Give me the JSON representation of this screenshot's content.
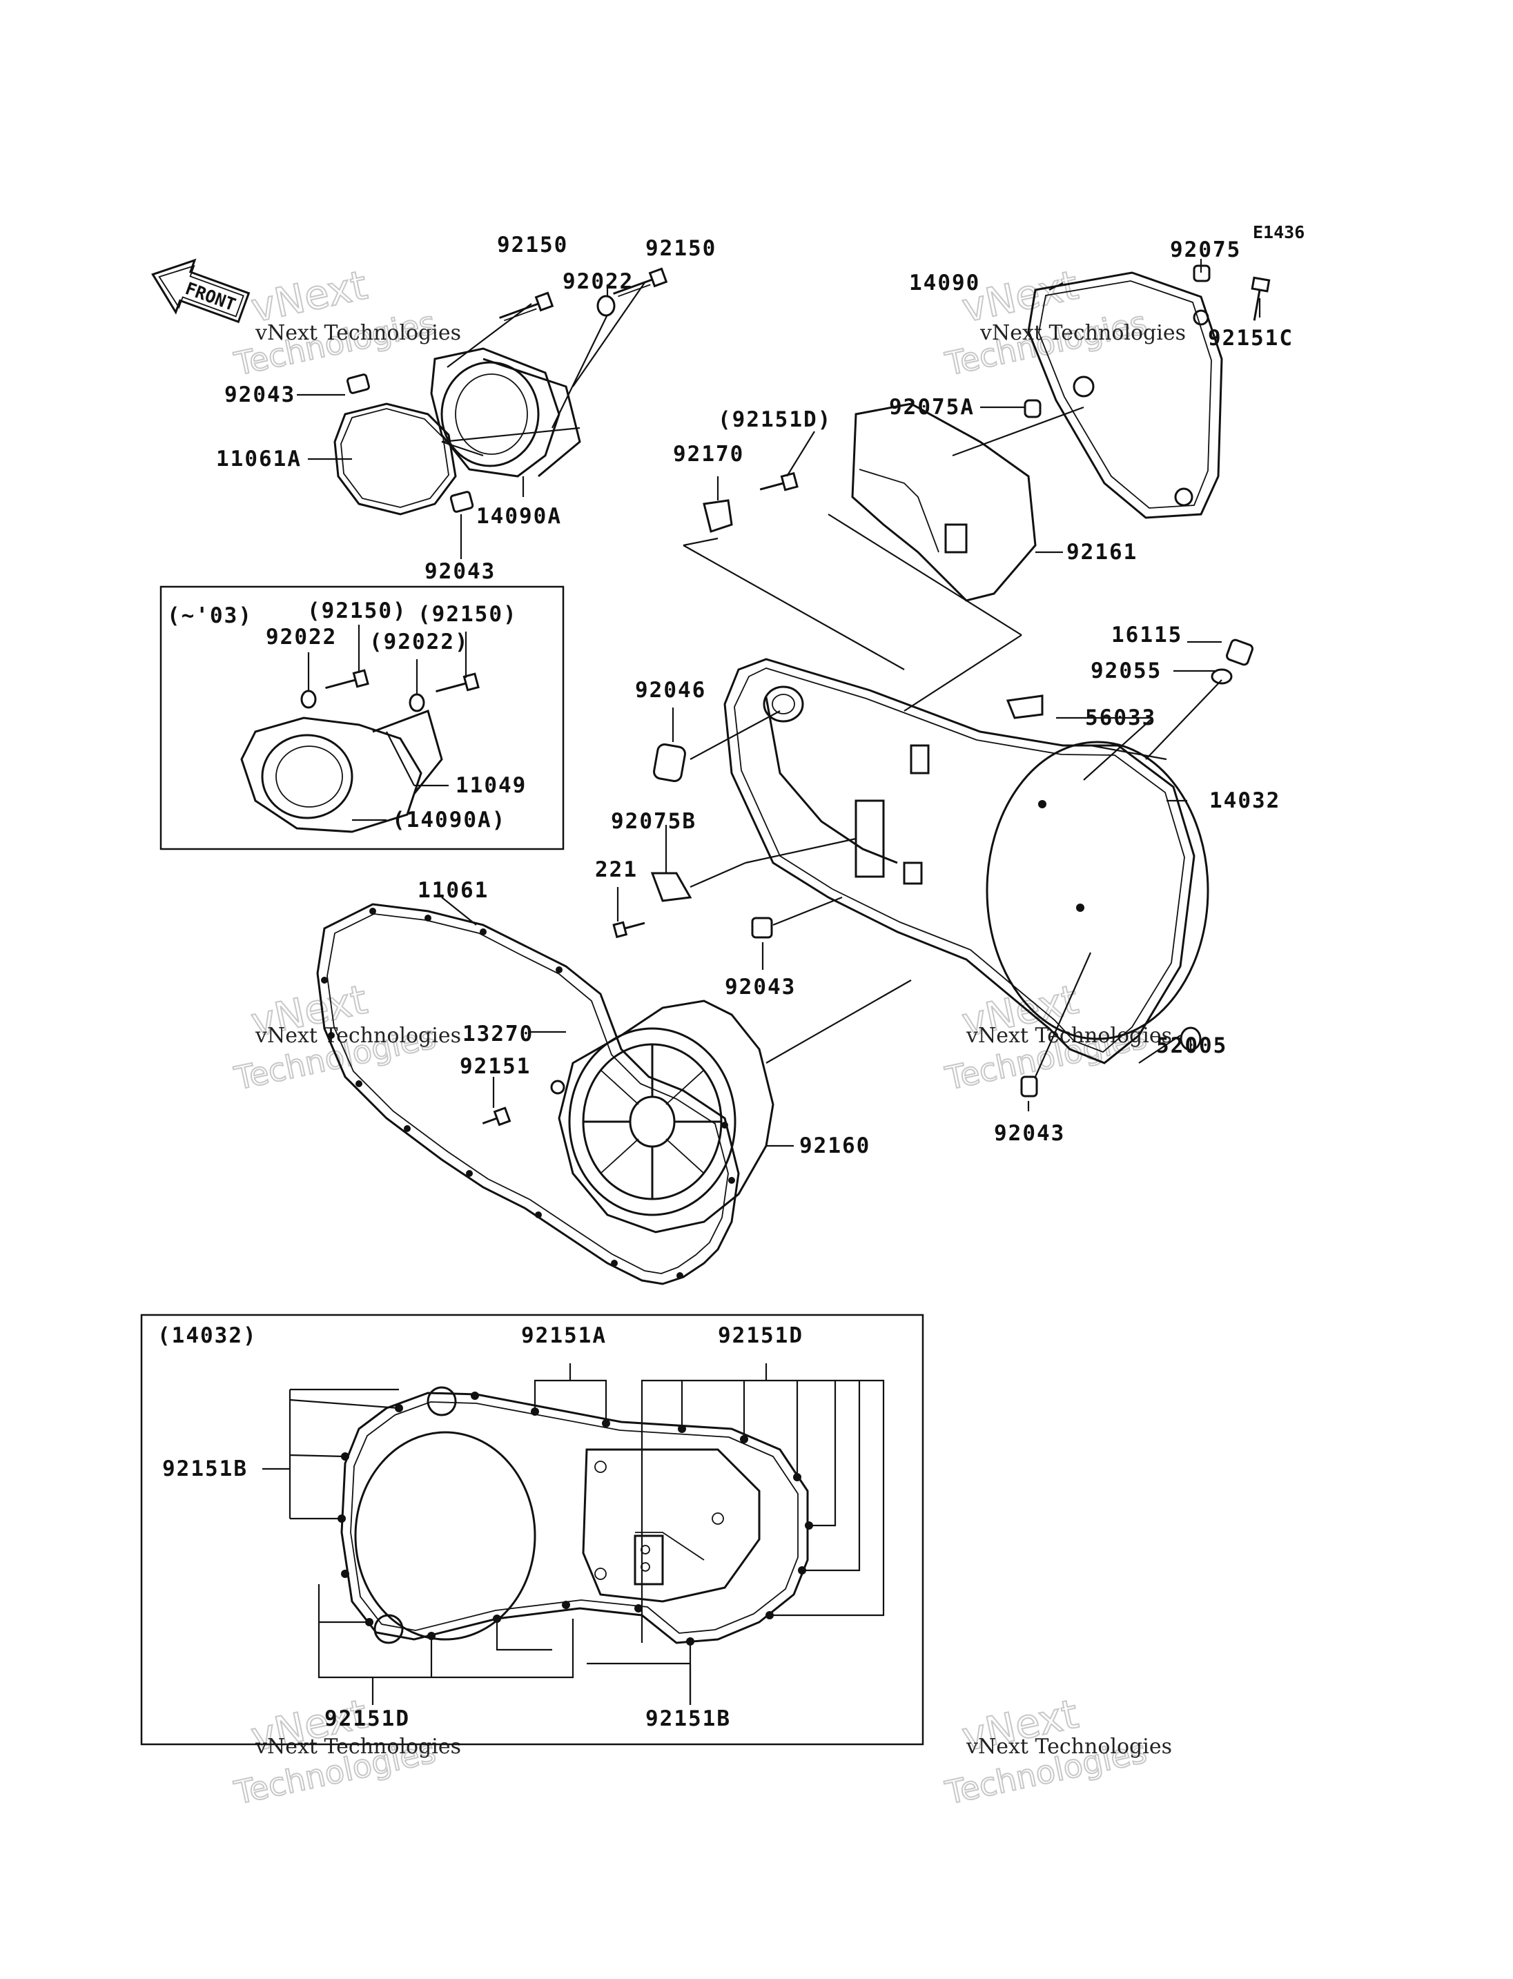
{
  "figure_code": "E1436",
  "front_label": "FRONT",
  "watermark": {
    "line1": "vNext Technologies",
    "line2": "vNext",
    "line3": "Technologies"
  },
  "parts": {
    "p92150_left": "92150",
    "p92150_right": "92150",
    "p92022": "92022",
    "p92043_a": "92043",
    "p11061A": "11061A",
    "p14090A": "14090A",
    "p92043_b": "92043",
    "p92075": "92075",
    "p92151C": "92151C",
    "p14090": "14090",
    "p92075A": "92075A",
    "p92151D_paren": "(92151D)",
    "p92170": "92170",
    "p92161": "92161",
    "p16115": "16115",
    "p92055": "92055",
    "p92046": "92046",
    "p56033": "56033",
    "p14032": "14032",
    "p92075B": "92075B",
    "p221": "221",
    "p92043_c": "92043",
    "p11061": "11061",
    "p13270": "13270",
    "p92151": "92151",
    "p92160": "92160",
    "p52005": "52005",
    "p92043_d": "92043"
  },
  "inset_early": {
    "title": "(~'03)",
    "p92150a": "(92150)",
    "p92150b": "(92150)",
    "p92022a": "92022",
    "p92022b": "(92022)",
    "p11049": "11049",
    "p14090A": "(14090A)"
  },
  "inset_cover": {
    "title": "(14032)",
    "p92151A": "92151A",
    "p92151D_top": "92151D",
    "p92151B_left": "92151B",
    "p92151D_bottom": "92151D",
    "p92151B_bottom": "92151B"
  }
}
